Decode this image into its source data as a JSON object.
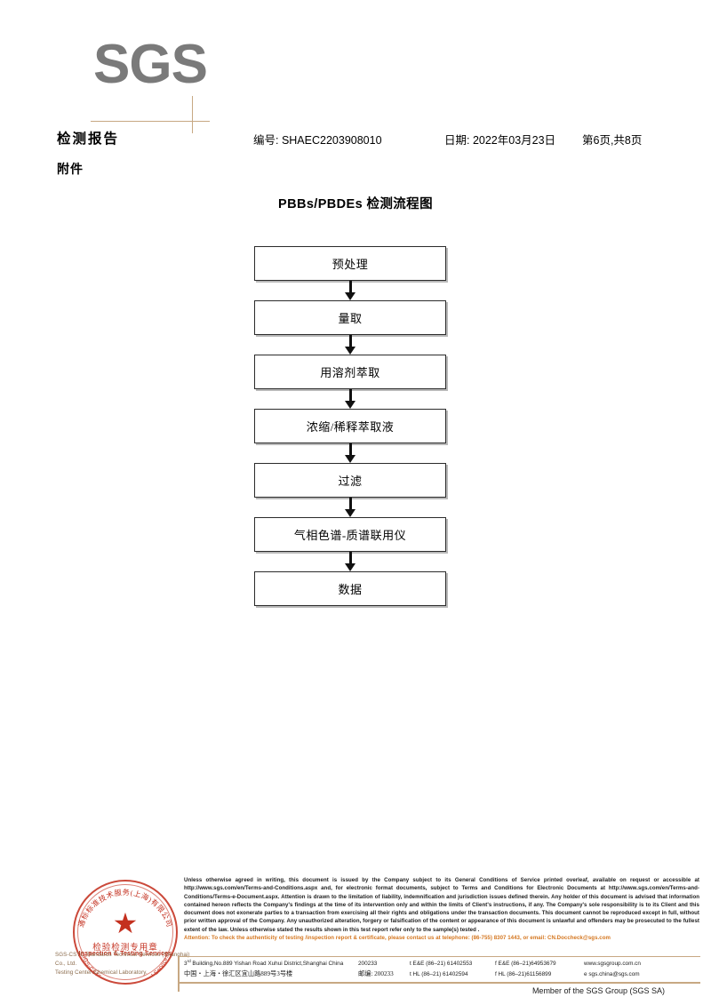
{
  "brand": {
    "logo_text": "SGS",
    "logo_color": "#7a7a7a",
    "rule_color": "#c7a883"
  },
  "header": {
    "report_title": "检测报告",
    "report_no": "编号: SHAEC2203908010",
    "date": "日期: 2022年03月23日",
    "page_info": "第6页,共8页",
    "section_label": "附件"
  },
  "flowchart": {
    "title": "PBBs/PBDEs 检测流程图",
    "type": "flow",
    "steps": [
      {
        "label": "预处理"
      },
      {
        "label": "量取"
      },
      {
        "label": "用溶剂萃取"
      },
      {
        "label": "浓缩/稀释萃取液"
      },
      {
        "label": "过滤"
      },
      {
        "label": "气相色谱-质谱联用仪"
      },
      {
        "label": "数据"
      }
    ]
  },
  "seal": {
    "arc_top_cn": "通标标准技术服务(上海)有限公司",
    "center_cn": "检验检测专用章",
    "center_en": "Inspection & Testing Services",
    "arc_bottom_en": "SGS-CSTC Standards Technical Services",
    "star_glyph": "★",
    "color": "#c4301f"
  },
  "company": {
    "line1": "SGS-CSTC Standards Technical Services (Shanghai) Co., Ltd.",
    "line2": "Testing Center-Chemical Laboratory."
  },
  "legal": {
    "body": "Unless otherwise agreed in writing, this document is issued by the Company subject to its General Conditions of Service printed overleaf, available on request or accessible at http://www.sgs.com/en/Terms-and-Conditions.aspx and, for electronic format documents, subject to Terms and Conditions for Electronic Documents at http://www.sgs.com/en/Terms-and-Conditions/Terms-e-Document.aspx. Attention is drawn to the limitation of liability, indemnification and jurisdiction issues defined therein. Any holder of this document is advised that information contained hereon reflects the Company's findings at the time of its intervention only and within the limits of Client's instructions, if any. The Company's sole responsibility is to its Client and this document does not exonerate parties to a transaction from exercising all their rights and obligations under the transaction documents. This document cannot be reproduced except in full, without prior written approval of the Company. Any unauthorized alteration, forgery or falsification of the content or appearance of this document is unlawful and offenders may be prosecuted to the fullest extent of the law. Unless otherwise stated the results shown in this test report refer only to the sample(s) tested .",
    "attention": "Attention: To check the authenticity of testing /inspection report & certificate, please contact us at telephone: (86-755) 8307 1443, or email: CN.Doccheck@sgs.com",
    "attention_color": "#d4761f"
  },
  "address": {
    "row_en": {
      "address": "3 Building,No.889 Yishan Road Xuhui District,Shanghai China",
      "address_sup": "rd",
      "postcode": "200233",
      "tel1": "t E&E (86–21) 61402553",
      "tel2": "f E&E (86–21)64953679",
      "web": "www.sgsgroup.com.cn"
    },
    "row_cn": {
      "address": "中国・上海・徐汇区宜山路889号3号楼",
      "postcode_label": "邮编: 200233",
      "tel1": "t HL (86–21) 61402594",
      "tel2": "f HL (86–21)61156899",
      "email_prefix": "e",
      "email": "sgs.china@sgs.com"
    }
  },
  "footer": {
    "member": "Member of the SGS Group (SGS SA)"
  }
}
